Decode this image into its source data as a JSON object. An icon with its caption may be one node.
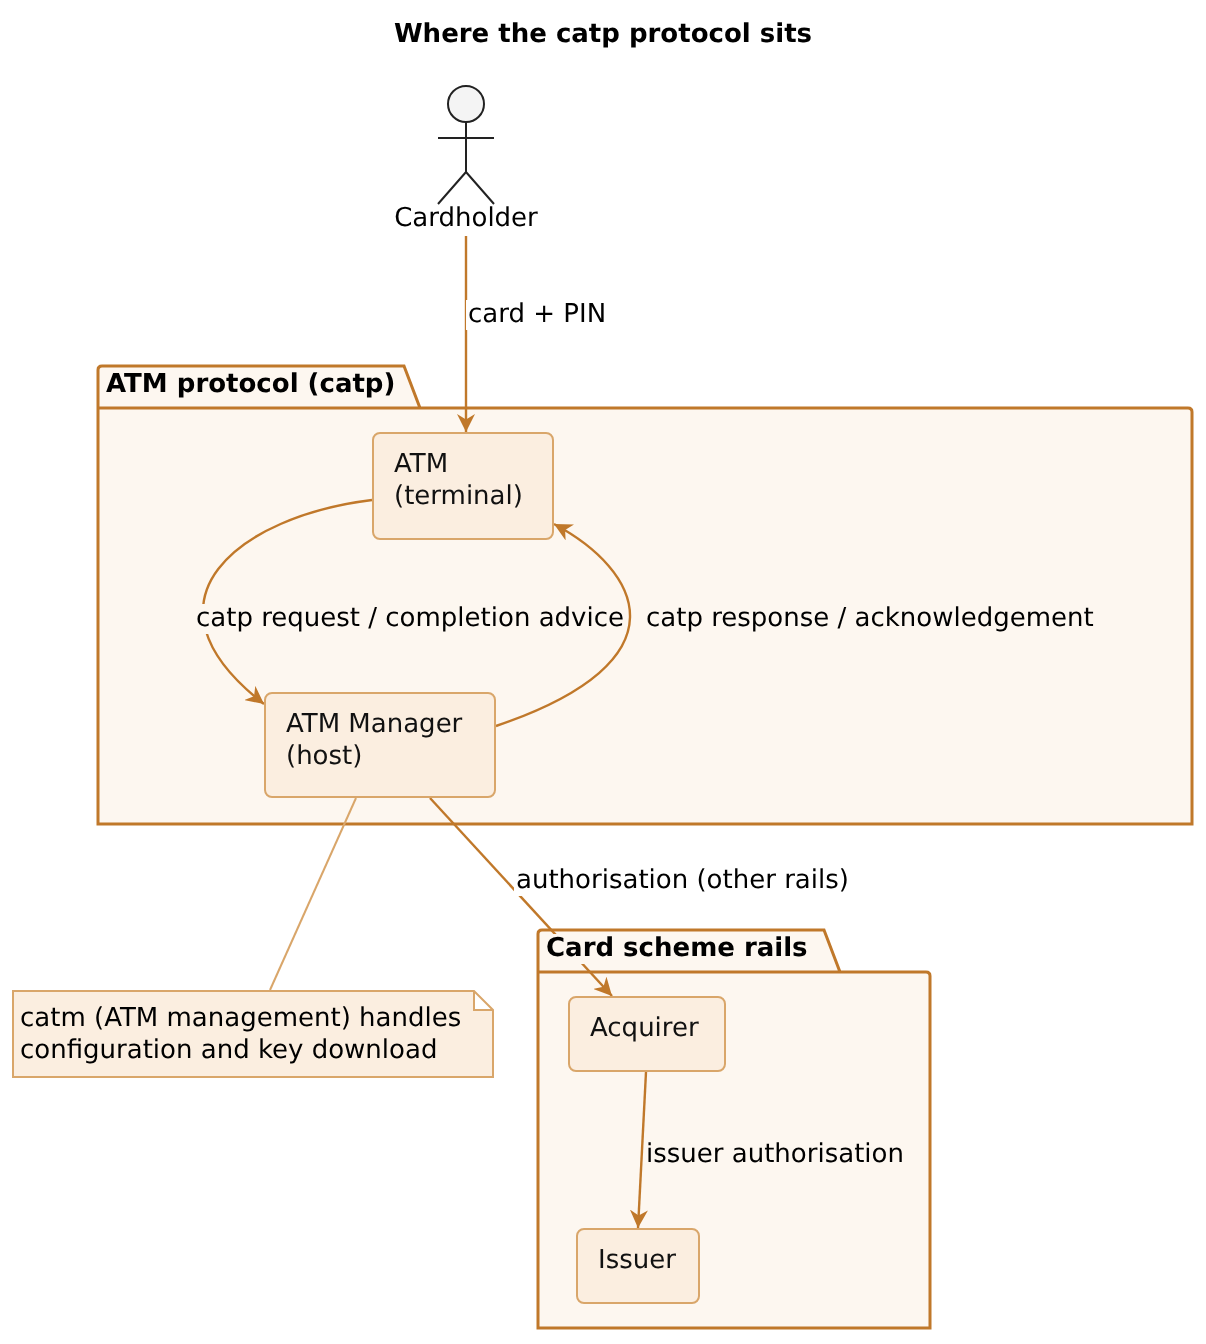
{
  "diagram": {
    "title": "Where the catp protocol sits",
    "nodes": [
      {
        "text": [
          "Cardholder"
        ]
      },
      {
        "text": [
          "ATM protocol (catp)"
        ]
      },
      {
        "text": [
          "ATM (terminal)"
        ],
        "in": 1
      },
      {
        "text": [
          "ATM Manager (host)"
        ],
        "in": 1
      },
      {
        "text": [
          "Card scheme rails"
        ]
      },
      {
        "text": [
          "Acquirer"
        ],
        "in": 4
      },
      {
        "text": [
          "Issuer"
        ],
        "in": 4
      },
      {
        "text": [
          "catm (ATM management) handles configuration and key download"
        ]
      }
    ],
    "edges": [
      {
        "from": 0,
        "to": 2,
        "arrow": "to",
        "label": "card + PIN"
      },
      {
        "from": 2,
        "to": 3,
        "arrow": "to",
        "label": "catp request / completion advice"
      },
      {
        "from": 3,
        "to": 2,
        "arrow": "to",
        "label": "catp response / acknowledgement"
      },
      {
        "from": 3,
        "to": 5,
        "arrow": "to",
        "label": "authorisation (other rails)"
      },
      {
        "from": 7,
        "to": 3,
        "arrow": "none"
      },
      {
        "from": 5,
        "to": 6,
        "arrow": "to",
        "label": "issuer authorisation"
      }
    ]
  }
}
